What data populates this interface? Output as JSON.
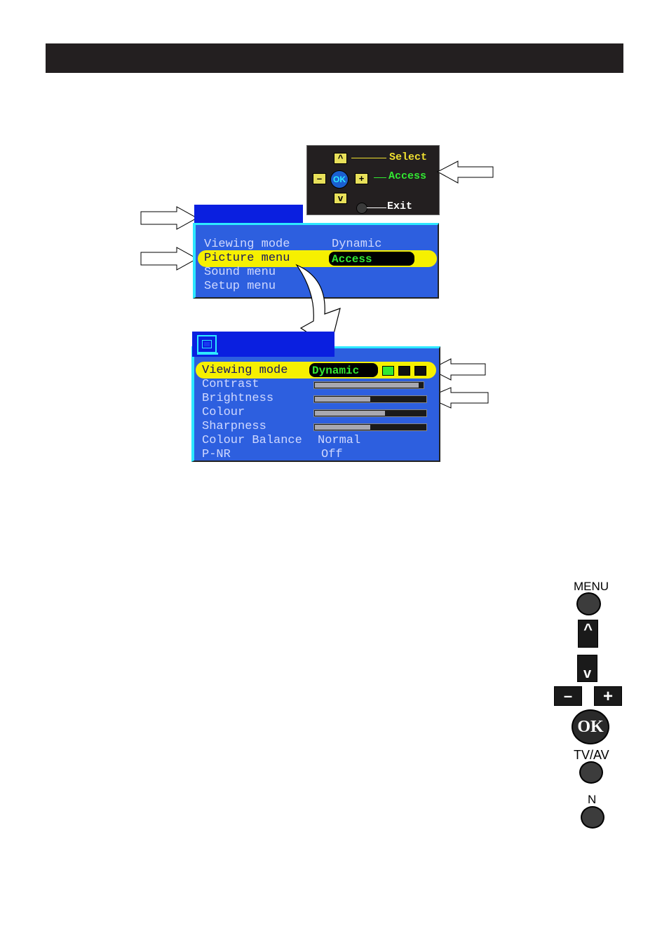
{
  "help_panel": {
    "up_key": "^",
    "minus_key": "–",
    "ok_key": "OK",
    "plus_key": "+",
    "down_key": "v",
    "select_label": "Select",
    "access_label": "Access",
    "exit_label": "Exit",
    "select_color": "#f0e030",
    "access_color": "#32e832",
    "exit_color": "#ffffff"
  },
  "main_menu": {
    "items": [
      {
        "label": "Viewing mode",
        "value": "Dynamic"
      },
      {
        "label": "Picture menu",
        "value": "Access"
      },
      {
        "label": "Sound menu",
        "value": ""
      },
      {
        "label": "Setup menu",
        "value": ""
      }
    ],
    "highlighted_index": 1
  },
  "picture_menu": {
    "icon": "picture-menu-icon",
    "items": [
      {
        "label": "Viewing mode",
        "value": "Dynamic"
      },
      {
        "label": "Contrast",
        "level": 0.96
      },
      {
        "label": "Brightness",
        "level": 0.5
      },
      {
        "label": "Colour",
        "level": 0.63
      },
      {
        "label": "Sharpness",
        "level": 0.5
      },
      {
        "label": "Colour Balance",
        "value": "Normal"
      },
      {
        "label": "P-NR",
        "value": "Off"
      }
    ],
    "mode_indicators": [
      "#32e832",
      "#111111",
      "#111111"
    ]
  },
  "remote": {
    "menu_label": "MENU",
    "up_label": "^",
    "down_label": "v",
    "minus_label": "–",
    "plus_label": "+",
    "ok_label": "OK",
    "tvav_label": "TV/AV",
    "n_label": "N"
  },
  "colors": {
    "menu_bg": "#2d5fdf",
    "tab_bg": "#0a1fe0",
    "border_cyan": "#2ee8ff",
    "highlight_yellow": "#f6f000",
    "value_green": "#32e832"
  }
}
